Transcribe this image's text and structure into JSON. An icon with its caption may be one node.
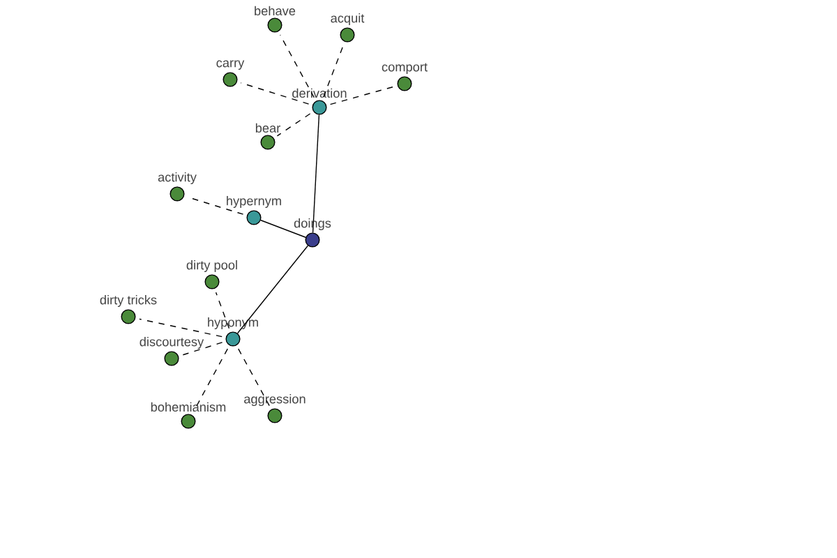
{
  "diagram": {
    "nodes": [
      {
        "text": [
          "behave"
        ]
      },
      {
        "text": [
          "acquit"
        ]
      },
      {
        "text": [
          "carry"
        ]
      },
      {
        "text": [
          "comport"
        ]
      },
      {
        "text": [
          "derivation"
        ]
      },
      {
        "text": [
          "bear"
        ]
      },
      {
        "text": [
          "activity"
        ]
      },
      {
        "text": [
          "hypernym"
        ]
      },
      {
        "text": [
          "doings"
        ]
      },
      {
        "text": [
          "dirty pool"
        ]
      },
      {
        "text": [
          "dirty tricks"
        ]
      },
      {
        "text": [
          "hyponym"
        ]
      },
      {
        "text": [
          "discourtesy"
        ]
      },
      {
        "text": [
          "aggression"
        ]
      },
      {
        "text": [
          "bohemianism"
        ]
      }
    ],
    "edges": [
      {
        "from": 8,
        "to": 4,
        "arrow": "none"
      },
      {
        "from": 8,
        "to": 7,
        "arrow": "none"
      },
      {
        "from": 8,
        "to": 11,
        "arrow": "none"
      },
      {
        "from": 4,
        "to": 0,
        "arrow": "none",
        "style": "dashed"
      },
      {
        "from": 4,
        "to": 1,
        "arrow": "none",
        "style": "dashed"
      },
      {
        "from": 4,
        "to": 2,
        "arrow": "none",
        "style": "dashed"
      },
      {
        "from": 4,
        "to": 3,
        "arrow": "none",
        "style": "dashed"
      },
      {
        "from": 4,
        "to": 5,
        "arrow": "none",
        "style": "dashed"
      },
      {
        "from": 7,
        "to": 6,
        "arrow": "none",
        "style": "dashed"
      },
      {
        "from": 11,
        "to": 9,
        "arrow": "none",
        "style": "dashed"
      },
      {
        "from": 11,
        "to": 10,
        "arrow": "none",
        "style": "dashed"
      },
      {
        "from": 11,
        "to": 12,
        "arrow": "none",
        "style": "dashed"
      },
      {
        "from": 11,
        "to": 13,
        "arrow": "none",
        "style": "dashed"
      },
      {
        "from": 11,
        "to": 14,
        "arrow": "none",
        "style": "dashed"
      }
    ]
  }
}
